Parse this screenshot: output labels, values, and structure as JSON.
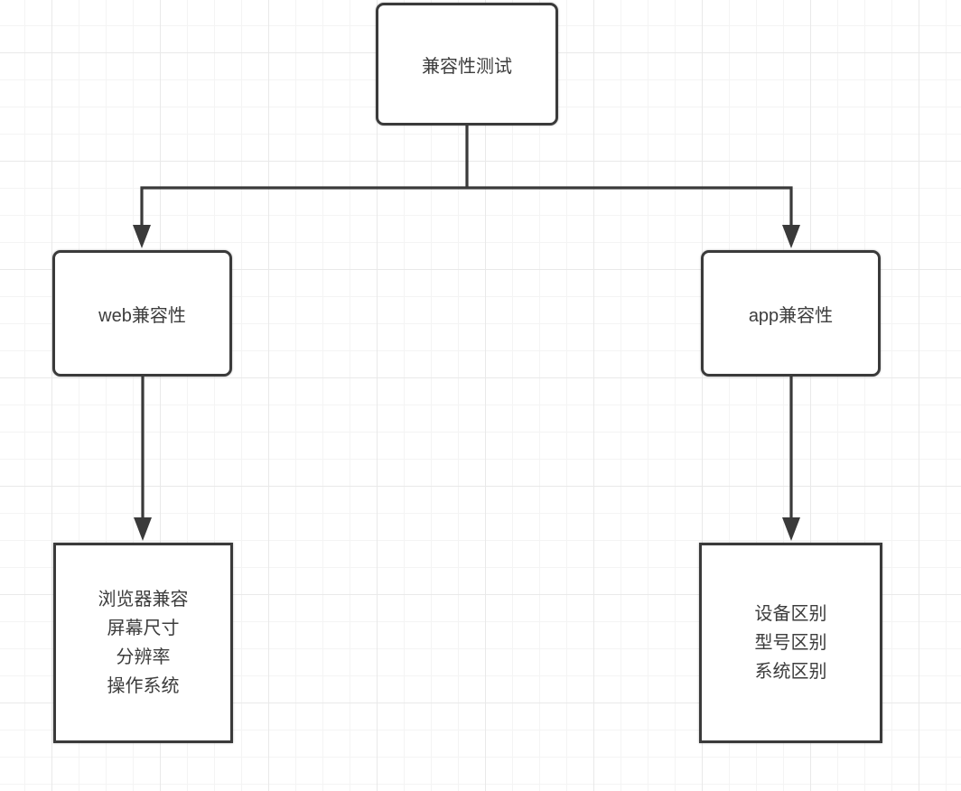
{
  "diagram": {
    "title_node": {
      "label": "兼容性测试"
    },
    "nodes": {
      "root": {
        "label": "兼容性测试"
      },
      "web": {
        "label": "web兼容性"
      },
      "app": {
        "label": "app兼容性"
      },
      "web_details": {
        "lines": [
          "浏览器兼容",
          "屏幕尺寸",
          "分辨率",
          "操作系统"
        ]
      },
      "app_details": {
        "lines": [
          "设备区别",
          "型号区别",
          "系统区别"
        ]
      }
    },
    "colors": {
      "stroke": "#3a3a3a",
      "text": "#3d3d3d",
      "node_fill": "#ffffff",
      "grid_minor": "#f4f4f4",
      "grid_major": "#e9e9e9",
      "background": "#ffffff"
    }
  }
}
